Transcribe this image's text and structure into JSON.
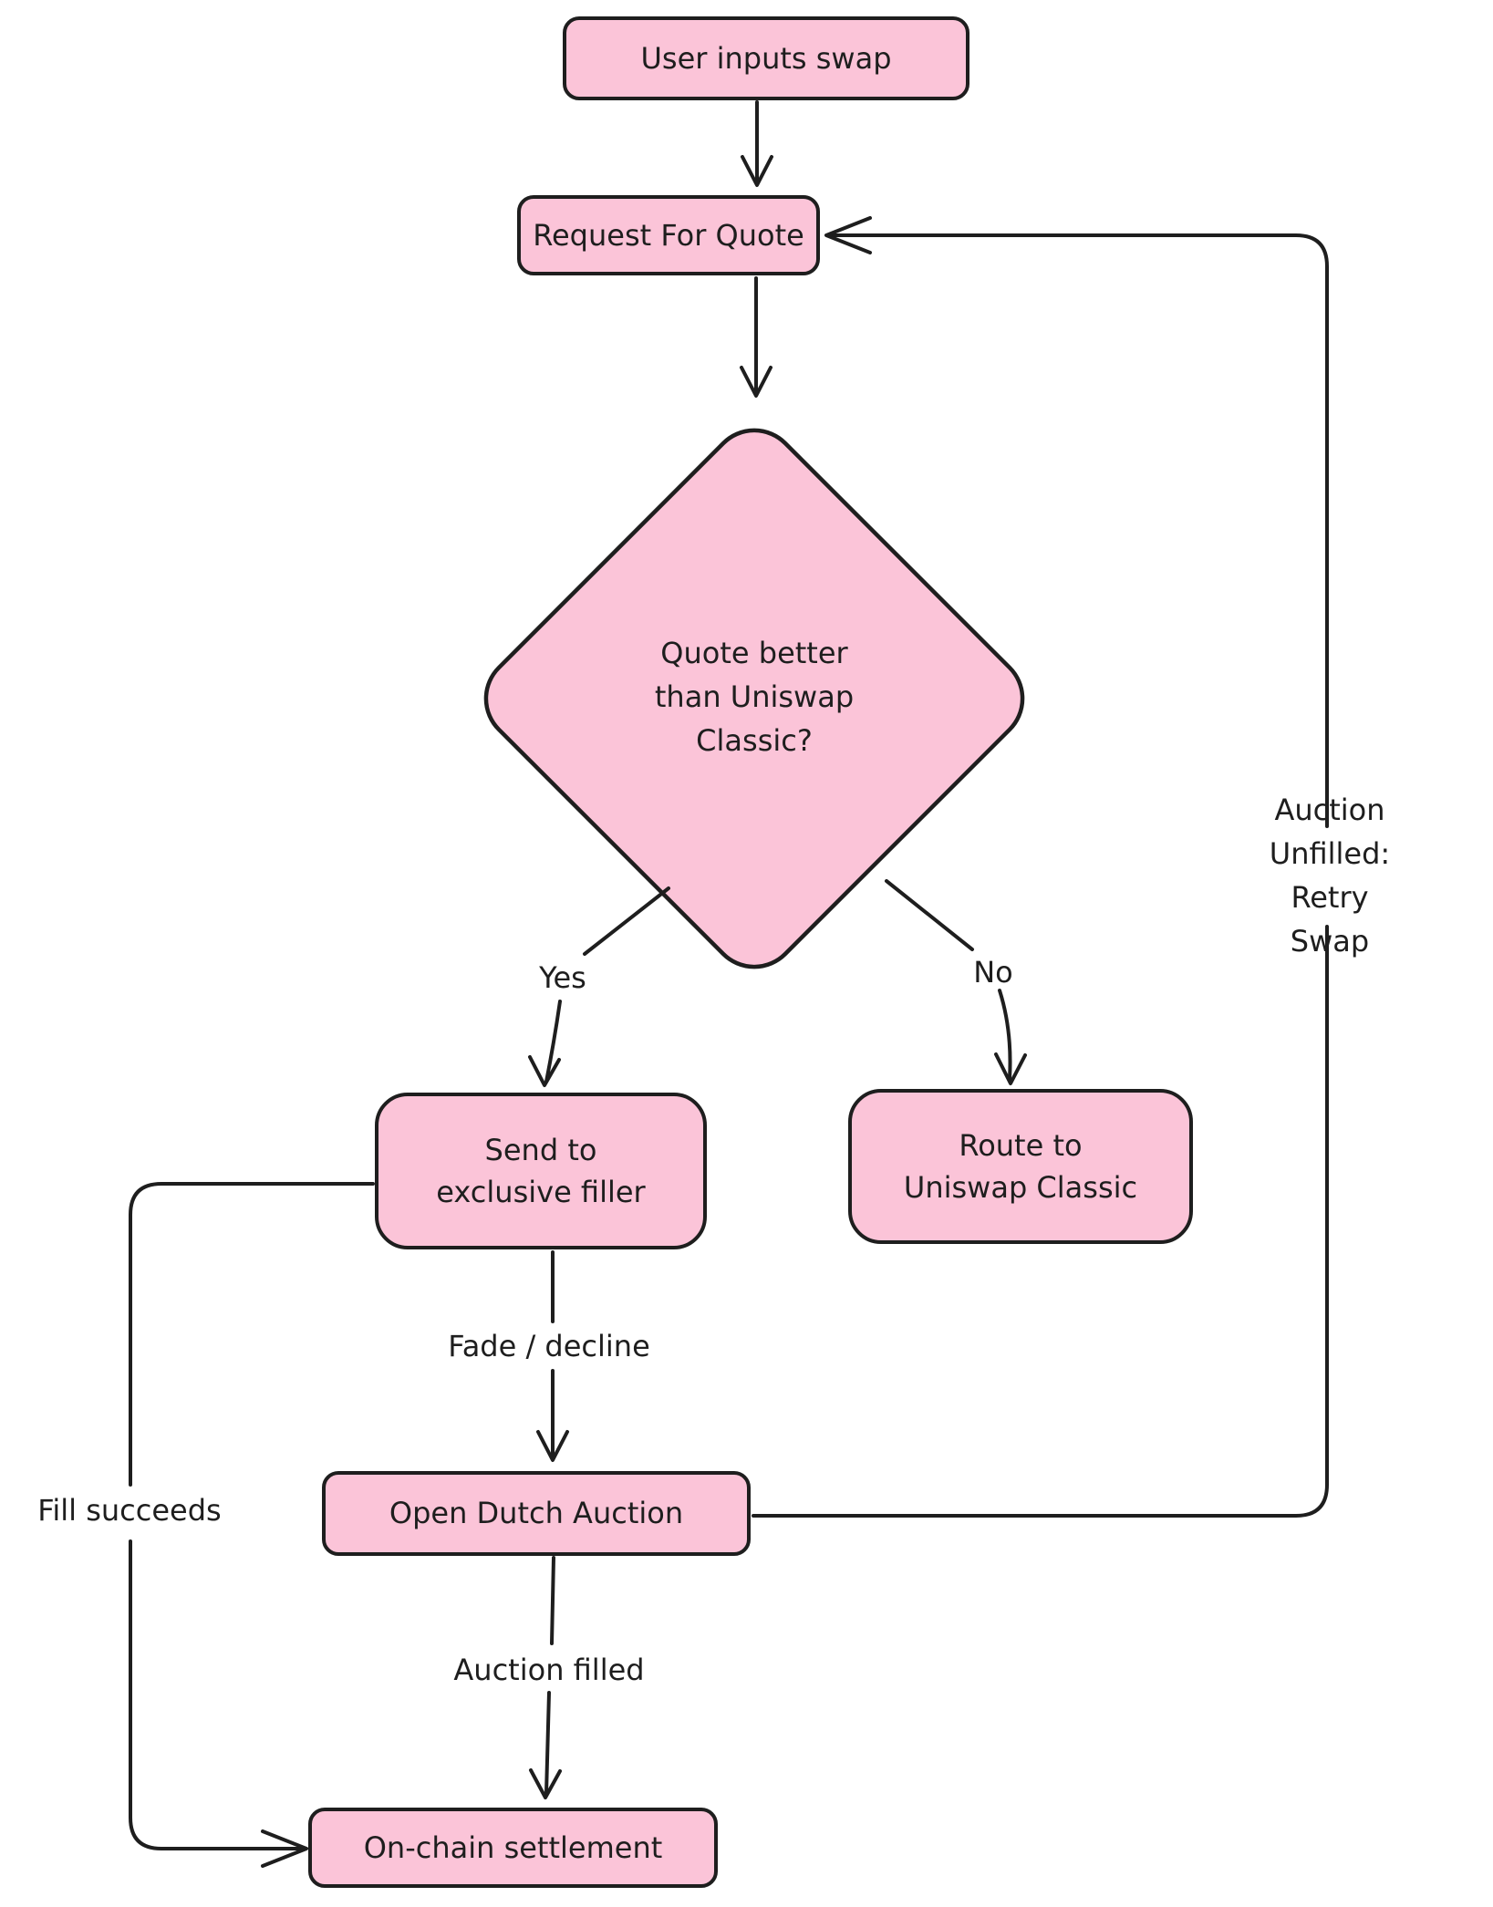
{
  "diagram": {
    "type": "flowchart",
    "style": "hand-drawn",
    "colors": {
      "node_fill": "#fbc4d8",
      "stroke": "#1e1e1e",
      "background": "#ffffff"
    },
    "nodes": {
      "user_inputs_swap": {
        "label": "User inputs swap",
        "shape": "rounded-rect"
      },
      "request_for_quote": {
        "label": "Request For Quote",
        "shape": "rounded-rect"
      },
      "quote_better_decision": {
        "label": "Quote better\nthan Uniswap\nClassic?",
        "shape": "diamond"
      },
      "send_to_exclusive_filler": {
        "label": "Send to\nexclusive filler",
        "shape": "rounded-rect"
      },
      "route_to_uniswap_classic": {
        "label": "Route to\nUniswap Classic",
        "shape": "rounded-rect"
      },
      "open_dutch_auction": {
        "label": "Open Dutch Auction",
        "shape": "rounded-rect"
      },
      "on_chain_settlement": {
        "label": "On-chain settlement",
        "shape": "rounded-rect"
      }
    },
    "edges": {
      "yes": {
        "label": "Yes",
        "from": "quote_better_decision",
        "to": "send_to_exclusive_filler"
      },
      "no": {
        "label": "No",
        "from": "quote_better_decision",
        "to": "route_to_uniswap_classic"
      },
      "fade_decline": {
        "label": "Fade / decline",
        "from": "send_to_exclusive_filler",
        "to": "open_dutch_auction"
      },
      "auction_filled": {
        "label": "Auction filled",
        "from": "open_dutch_auction",
        "to": "on_chain_settlement"
      },
      "fill_succeeds": {
        "label": "Fill succeeds",
        "from": "send_to_exclusive_filler",
        "to": "on_chain_settlement"
      },
      "auction_unfilled": {
        "label": "Auction Unfilled:\nRetry Swap",
        "from": "open_dutch_auction",
        "to": "request_for_quote"
      }
    }
  }
}
